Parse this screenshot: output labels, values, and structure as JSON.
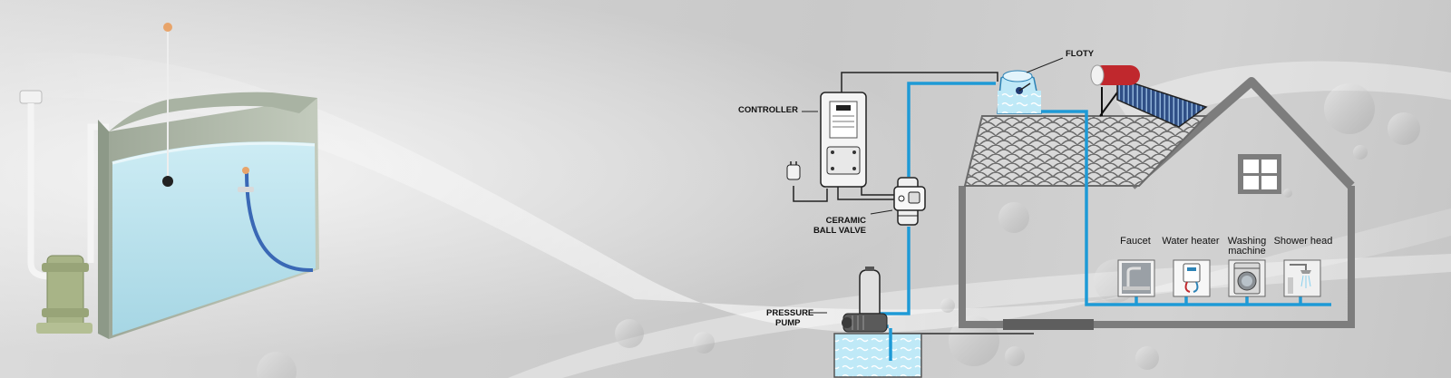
{
  "labels": {
    "controller": "CONTROLLER",
    "floty": "FLOTY",
    "ceramic_line1": "CERAMIC",
    "ceramic_line2": "BALL VALVE",
    "pump_line1": "PRESSURE",
    "pump_line2": "PUMP"
  },
  "appliances": [
    {
      "line1": "Faucet",
      "line2": "",
      "icon": "faucet-icon"
    },
    {
      "line1": "Water heater",
      "line2": "",
      "icon": "water-heater-icon"
    },
    {
      "line1": "Washing",
      "line2": "machine",
      "icon": "washing-machine-icon"
    },
    {
      "line1": "Shower head",
      "line2": "",
      "icon": "shower-head-icon"
    }
  ],
  "colors": {
    "pipe": "#1e9ad6",
    "water": "#aee4f2",
    "house": "#7d7d7d",
    "solar_tank": "#c0282d"
  }
}
